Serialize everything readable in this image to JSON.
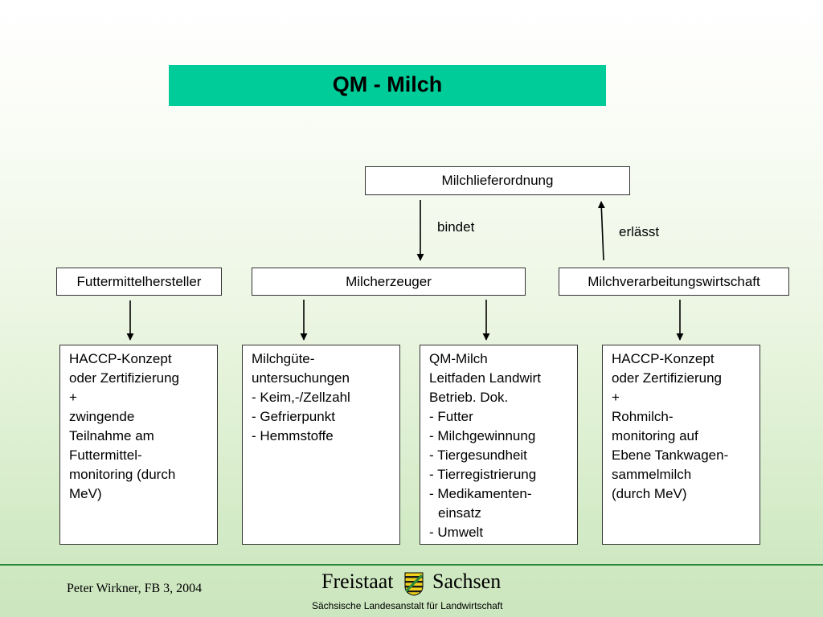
{
  "title": "QM - Milch",
  "nodes": {
    "milchlieferordnung": "Milchlieferordnung",
    "futtermittelhersteller": "Futtermittelhersteller",
    "milcherzeuger": "Milcherzeuger",
    "milchverarbeitungswirtschaft": "Milchverarbeitungswirtschaft"
  },
  "edge_labels": {
    "bindet": "bindet",
    "erlaesst": "erlässt"
  },
  "details": {
    "futtermittel": [
      "HACCP-Konzept",
      "oder Zertifizierung",
      "+",
      "zwingende",
      "Teilnahme am",
      "Futtermittel-",
      "monitoring (durch",
      "MeV)"
    ],
    "milchguete": [
      "Milchgüte-",
      "untersuchungen",
      "- Keim,-/Zellzahl",
      "- Gefrierpunkt",
      "- Hemmstoffe"
    ],
    "qm_milch": [
      "QM-Milch",
      "Leitfaden Landwirt",
      "Betrieb. Dok.",
      "- Futter",
      "- Milchgewinnung",
      "- Tiergesundheit",
      "- Tierregistrierung",
      "- Medikamenten-",
      "einsatz",
      "- Umwelt"
    ],
    "verarbeitung": [
      "HACCP-Konzept",
      "oder Zertifizierung",
      "+",
      "Rohmilch-",
      "monitoring auf",
      "Ebene Tankwagen-",
      "sammelmilch",
      "(durch MeV)"
    ]
  },
  "footer": {
    "author": "Peter Wirkner, FB 3, 2004",
    "brand_left": "Freistaat",
    "brand_right": "Sachsen",
    "institute": "Sächsische Landesanstalt für Landwirtschaft"
  },
  "colors": {
    "title_bar": "#00cc99",
    "footer_line": "#2a8a3a",
    "crest_green": "#2e8b3a",
    "crest_yellow": "#f2d21b"
  }
}
